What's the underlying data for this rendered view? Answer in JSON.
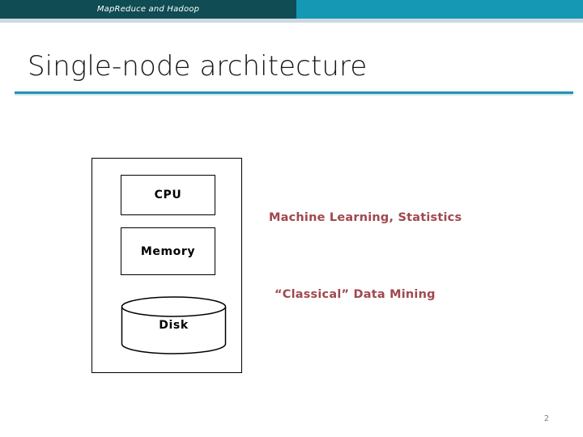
{
  "slide": {
    "banner": {
      "text": "MapReduce and Hadoop",
      "dark_color": "#0f4c53",
      "light_color": "#1498b4"
    },
    "title": "Single-node architecture",
    "title_rule_color": "#2095ac",
    "page_number": "2"
  },
  "diagram": {
    "name": "single-node-architecture",
    "components": [
      {
        "id": "cpu",
        "label": "CPU",
        "shape": "rectangle"
      },
      {
        "id": "memory",
        "label": "Memory",
        "shape": "rectangle"
      },
      {
        "id": "disk",
        "label": "Disk",
        "shape": "cylinder"
      }
    ],
    "annotations": [
      {
        "id": "machine-learning",
        "text": "Machine Learning, Statistics",
        "color": "#a0484e"
      },
      {
        "id": "classical-data-mining",
        "text": "“Classical” Data Mining",
        "color": "#a0484e"
      }
    ]
  }
}
